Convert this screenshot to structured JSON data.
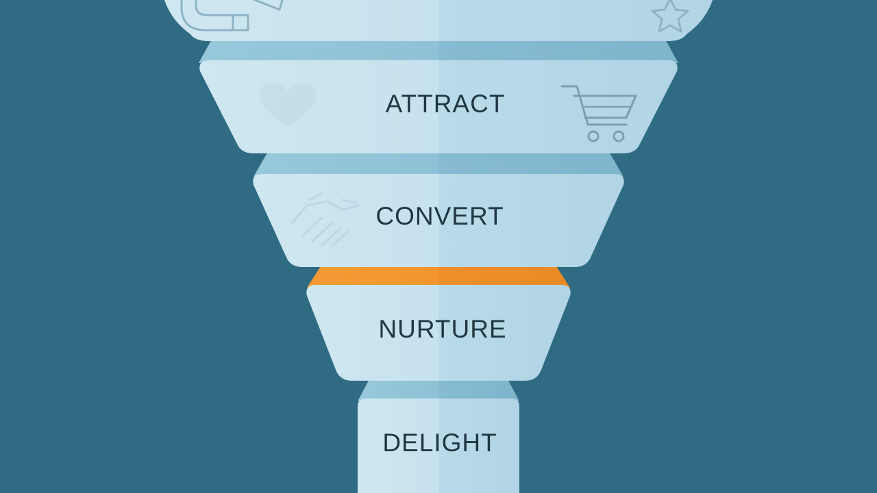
{
  "funnel": {
    "stages": [
      {
        "label": ""
      },
      {
        "label": "ATTRACT"
      },
      {
        "label": "CONVERT"
      },
      {
        "label": "NURTURE"
      },
      {
        "label": "DELIGHT"
      }
    ],
    "highlighted_connector": 3
  },
  "icons": [
    "magnet-icon",
    "star-icon",
    "heart-icon",
    "shopping-cart-icon",
    "handshake-icon"
  ],
  "colors": {
    "background": "#2f6c84",
    "segment_left": "#c9e4ef",
    "segment_right": "#bcdcea",
    "connector": "#8fc2d6",
    "highlight": "#f3962f",
    "text": "#1f3742"
  }
}
